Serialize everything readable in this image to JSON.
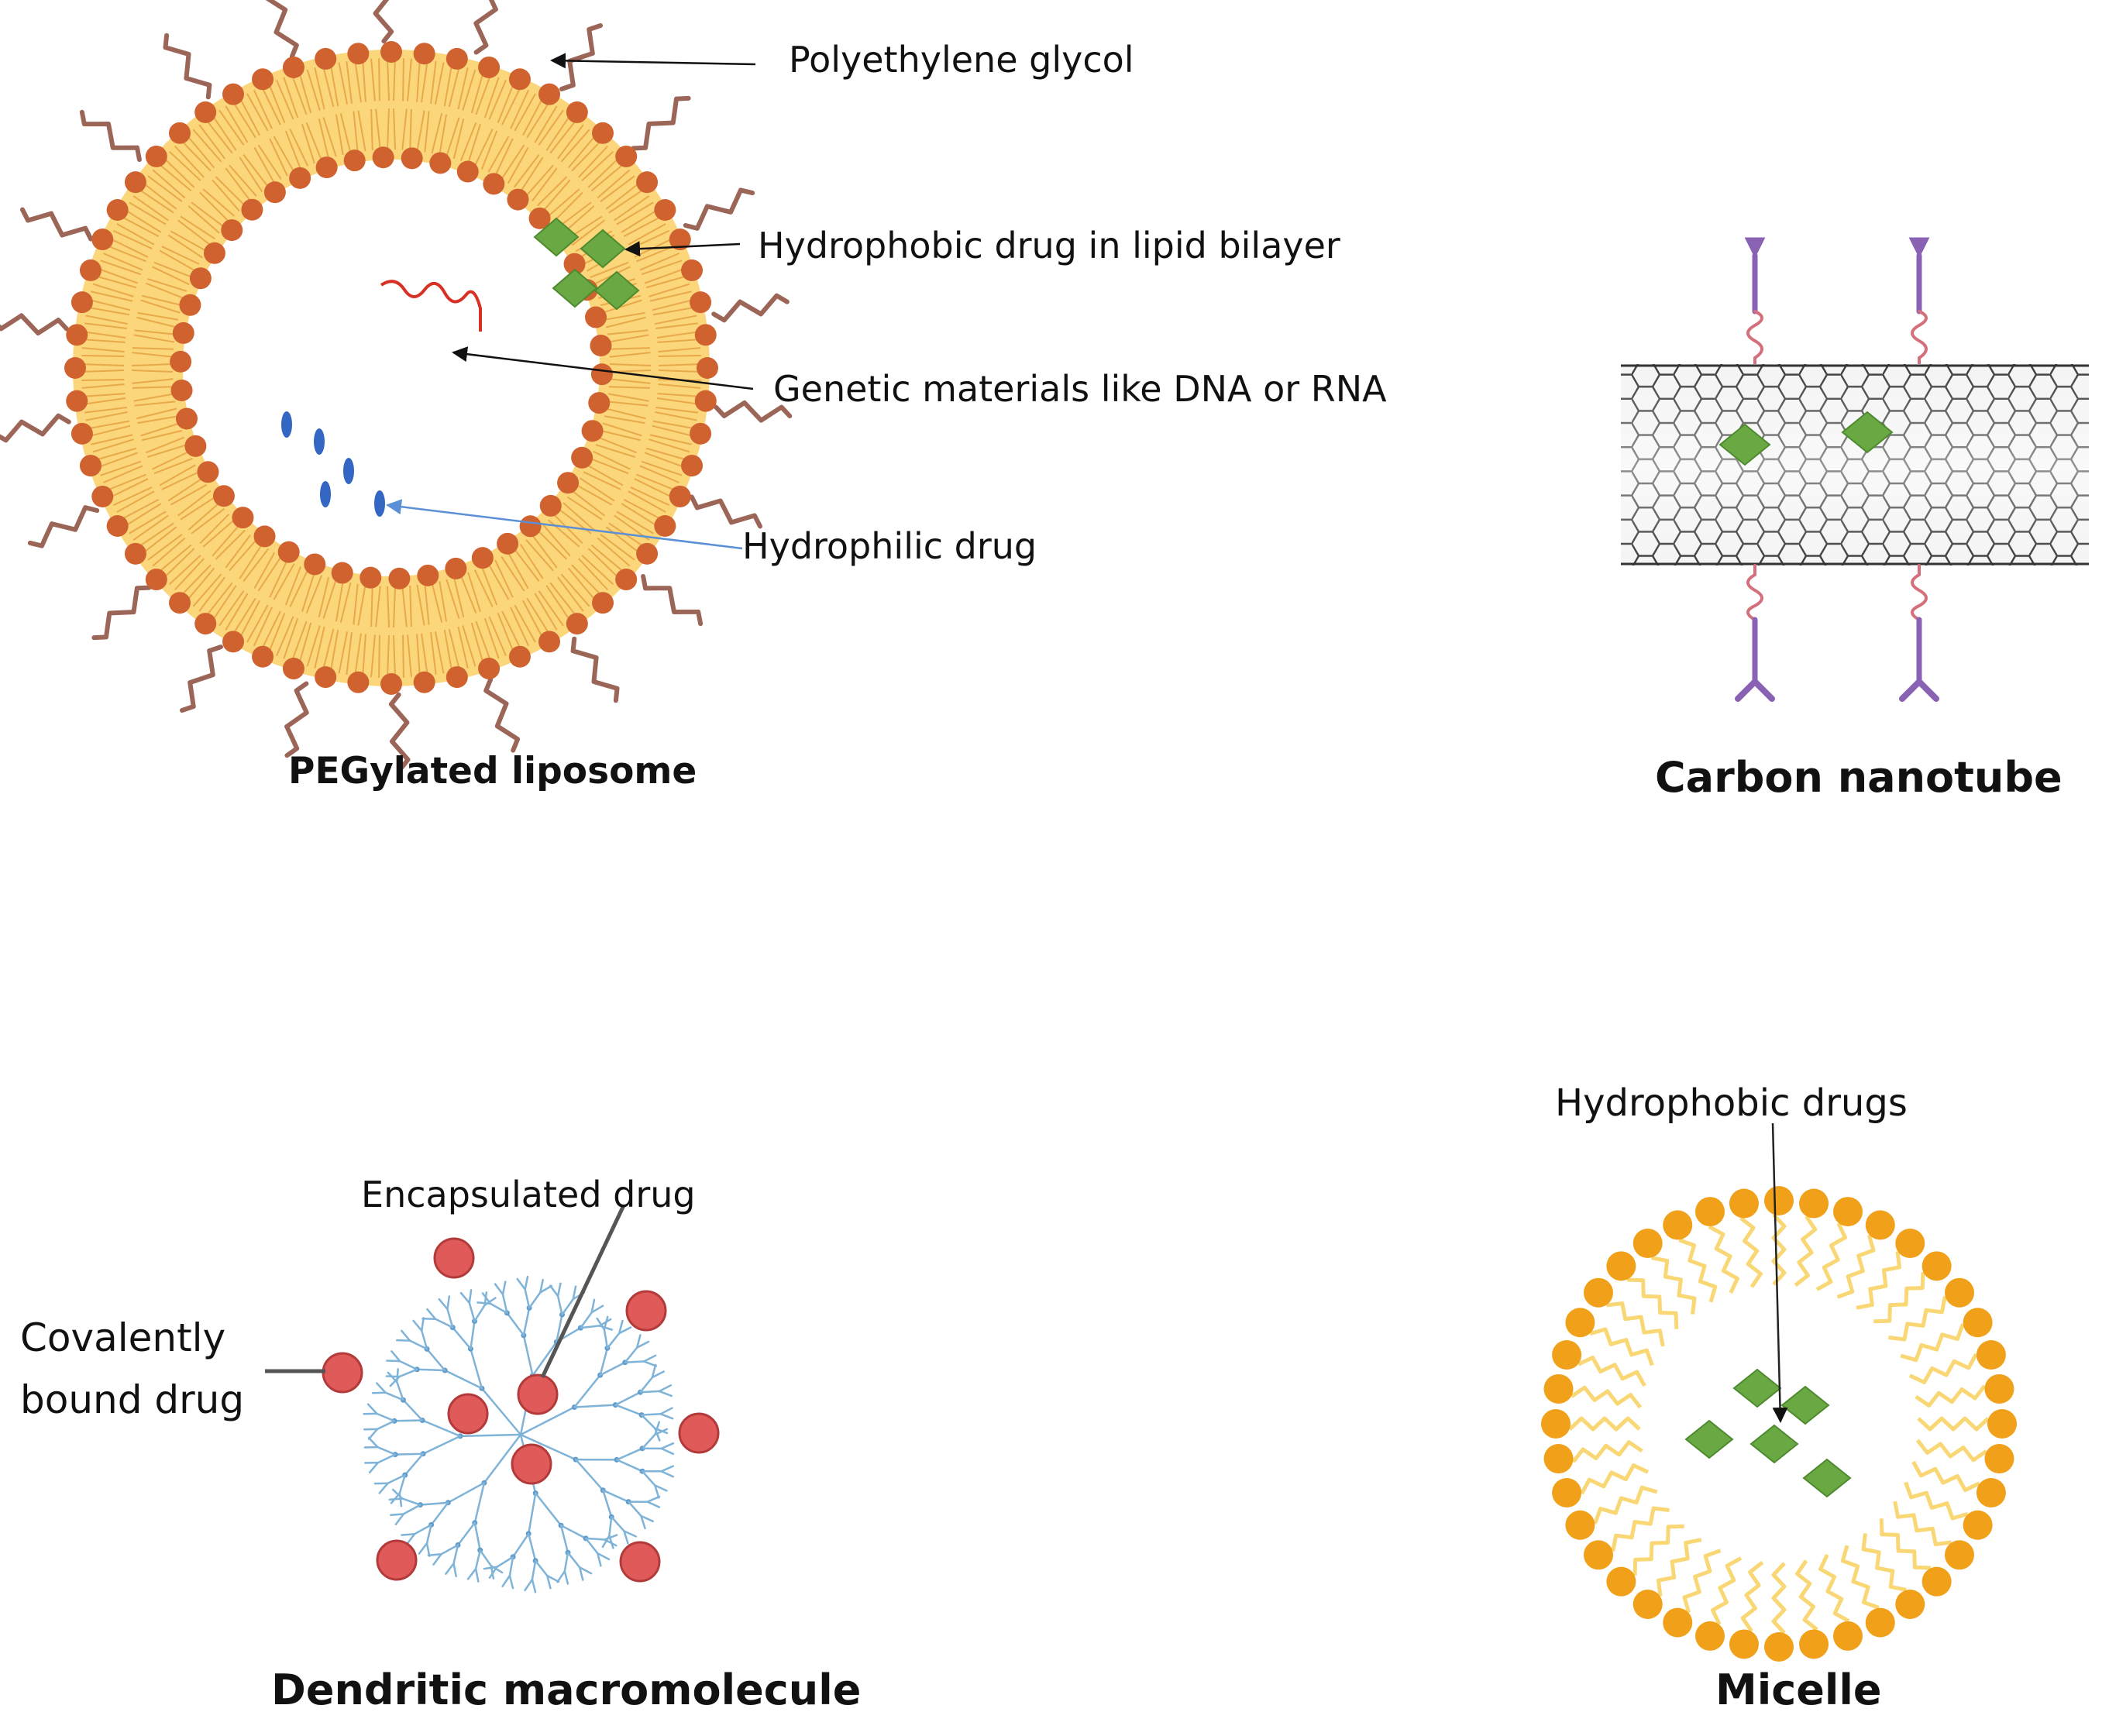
{
  "figure": {
    "panels": {
      "liposome": {
        "caption": "PEGylated liposome",
        "labels": {
          "peg": "Polyethylene glycol",
          "hydrophobic": "Hydrophobic drug in lipid bilayer",
          "genetic": "Genetic materials like DNA or RNA",
          "hydrophilic": "Hydrophilic drug"
        }
      },
      "nanotube": {
        "caption": "Carbon nanotube"
      },
      "dendrimer": {
        "caption": "Dendritic macromolecule",
        "labels": {
          "encapsulated": "Encapsulated drug",
          "covalent_line1": "Covalently",
          "covalent_line2": "bound drug"
        }
      },
      "micelle": {
        "caption": "Micelle",
        "labels": {
          "hydrophobic": "Hydrophobic drugs"
        }
      }
    },
    "colors": {
      "lipid_head": "#d0622f",
      "bilayer_fill": "#fbd67a",
      "peg_chain": "#9b6557",
      "drug_green": "#6aa843",
      "hydrophilic_blue": "#3467c4",
      "genetic_red": "#d93025",
      "dendrimer_blue": "#7fb3d8",
      "dendrimer_drug": "#e05a5a",
      "micelle_head": "#f0a019",
      "micelle_tail": "#f9d775",
      "antibody_purple": "#8a62b4",
      "linker_pink": "#d46f7b",
      "nanotube_grey": "#333333"
    }
  }
}
